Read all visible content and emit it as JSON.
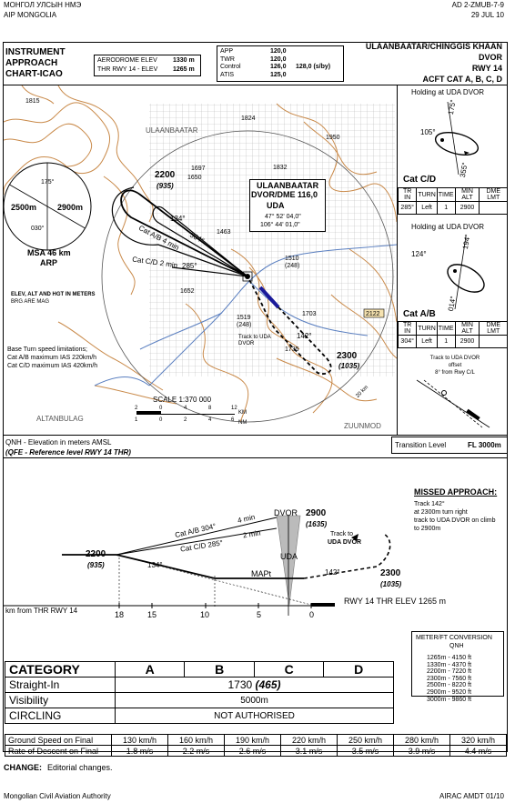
{
  "header": {
    "top_left_1": "МОНГОЛ УЛСЫН НМЭ",
    "top_left_2": "AIP MONGOLIA",
    "top_right_1": "AD 2-ZMUB-7-9",
    "top_right_2": "29 JUL 10"
  },
  "title_block": {
    "chart_title": [
      "INSTRUMENT",
      "APPROACH",
      "CHART-ICAO"
    ],
    "aerodrome_elev_label": "AERODROME ELEV",
    "aerodrome_elev_value": "1330 m",
    "thr_elev_label": "THR RWY 14 - ELEV",
    "thr_elev_value": "1265 m",
    "comms": [
      {
        "label": "APP",
        "value": "120,0"
      },
      {
        "label": "TWR",
        "value": "120,0"
      },
      {
        "label": "Control",
        "value": "126,0",
        "extra": "128,0 (s/by)"
      },
      {
        "label": "ATIS",
        "value": "125,0"
      }
    ],
    "aerodrome_name": "ULAANBAATAR/CHINGGIS KHAAN",
    "procedure": "DVOR",
    "runway": "RWY 14",
    "aircraft_cat": "ACFT CAT A, B, C, D"
  },
  "plan_view": {
    "spot_elevs": [
      "1815",
      "1824",
      "1950",
      "1697",
      "1650",
      "1832",
      "1463",
      "1510",
      "(248)",
      "1652",
      "1519",
      "(248)",
      "1703",
      "1735",
      "2122"
    ],
    "place_names": [
      "ULAANBAATAR",
      "ALTANBULAG",
      "ZUUNMOD"
    ],
    "station_box": {
      "name": "ULAANBAATAR",
      "type": "DVOR/DME 116,0",
      "ident": "UDA",
      "lat": "47° 52' 04,0\"",
      "lon": "106° 44' 01,0\""
    },
    "msa_title": "MSA 46 km",
    "msa_ref": "ARP",
    "msa_left": "2500m",
    "msa_right": "2900m",
    "msa_bearing_1": "175°",
    "msa_bearing_2": "030°",
    "elev_note_1": "ELEV, ALT AND HGT IN METERS",
    "elev_note_2": "BRG ARE MAG",
    "alt_2200": "2200",
    "alt_935": "(935)",
    "brg_134": "134°",
    "brg_304": "304°",
    "brg_285": "285°",
    "brg_142": "142°",
    "cat_ab_4min": "Cat A/B 4 min",
    "cat_cd_2min": "Cat C/D 2 min",
    "alt_2300": "2300",
    "alt_1035": "(1035)",
    "track_to_uda": "Track to UDA DVOR",
    "dist_20km": "20 km",
    "base_turn_1": "Base Turn speed limitations;",
    "base_turn_2": "Cat A/B maximum IAS 220km/h",
    "base_turn_3": "Cat C/D maximum IAS 420km/h",
    "scale_label": "SCALE  1:370 000",
    "scale_ticks": [
      "2",
      "0",
      "4",
      "8",
      "12"
    ],
    "scale_km": "KM",
    "scale_nm_ticks": [
      "1",
      "0",
      "2",
      "4",
      "6"
    ],
    "scale_nm": "NM",
    "qnh_note": "QNH - Elevation in meters AMSL",
    "qfe_note": "(QFE - Reference level RWY 14 THR)"
  },
  "holding_cd": {
    "title": "Holding at UDA DVOR",
    "brg_175": "175°",
    "brg_105": "105°",
    "brg_355": "355°",
    "cat_label": "Cat C/D",
    "headers": [
      "TR IN",
      "TURN",
      "TIME",
      "MIN ALT",
      "DME LMT"
    ],
    "row": [
      "285°",
      "Left",
      "1",
      "2900",
      ""
    ]
  },
  "holding_ab": {
    "title": "Holding at UDA DVOR",
    "brg_124": "124°",
    "brg_194": "194°",
    "brg_014": "014°",
    "cat_label": "Cat A/B",
    "headers": [
      "TR IN",
      "TURN",
      "TIME",
      "MIN ALT",
      "DME LMT"
    ],
    "row": [
      "304°",
      "Left",
      "1",
      "2900",
      ""
    ],
    "offset_note": [
      "Track to UDA DVOR",
      "offset",
      "8° from Rwy C/L"
    ]
  },
  "transition": {
    "label": "Transition Level",
    "value": "FL 3000m"
  },
  "missed_approach": {
    "title": "MISSED APPROACH:",
    "lines": [
      "Track 142°",
      "at 2300m turn right",
      "track to UDA DVOR on climb",
      "to 2900m"
    ]
  },
  "profile": {
    "dvor": "DVOR",
    "alt_2900": "2900",
    "alt_1635": "(1635)",
    "uda": "UDA",
    "mapt": "MAPt",
    "alt_2200": "2200",
    "alt_935": "(935)",
    "brg_134": "134°",
    "cat_ab": "Cat A/B 304°",
    "cat_ab_time": "4 min",
    "cat_cd": "Cat C/D 285°",
    "cat_cd_time": "2 min",
    "track_to_1": "Track to",
    "track_to_2": "UDA DVOR",
    "brg_142": "142°",
    "alt_2300": "2300",
    "alt_1035": "(1035)",
    "rwy_elev": "RWY 14 THR ELEV 1265 m",
    "axis_label": "km from THR RWY 14",
    "axis_ticks": [
      "18",
      "15",
      "10",
      "5",
      "0"
    ]
  },
  "conversion": {
    "title": "METER/FT CONVERSION",
    "subtitle": "QNH",
    "rows": [
      "1265m - 4150 ft",
      "1330m - 4370 ft",
      "2200m - 7220 ft",
      "2300m - 7560 ft",
      "2500m - 8220 ft",
      "2900m - 9520 ft",
      "3000m - 9860 ft"
    ]
  },
  "minima": {
    "headers": [
      "CATEGORY",
      "A",
      "B",
      "C",
      "D"
    ],
    "straight_in_label": "Straight-In",
    "straight_in_value": "1730",
    "straight_in_height": "(465)",
    "visibility_label": "Visibility",
    "visibility_value": "5000m",
    "circling_label": "CIRCLING",
    "circling_value": "NOT AUTHORISED"
  },
  "speed_table": {
    "row1_label": "Ground Speed on Final",
    "row1": [
      "130 km/h",
      "160 km/h",
      "190 km/h",
      "220 km/h",
      "250 km/h",
      "280 km/h",
      "320 km/h"
    ],
    "row2_label": "Rate of Descent on Final",
    "row2": [
      "1.8 m/s",
      "2.2 m/s",
      "2.6 m/s",
      "3.1 m/s",
      "3.5 m/s",
      "3.9 m/s",
      "4.4 m/s"
    ]
  },
  "change": {
    "label": "CHANGE:",
    "text": "Editorial changes."
  },
  "footer": {
    "left": "Mongolian Civil Aviation Authority",
    "right": "AIRAC AMDT 01/10"
  },
  "colors": {
    "contour": "#c98a4a",
    "river": "#5a7fc0",
    "grid": "#b8b8b8",
    "runway_blue": "#1a1a9a"
  }
}
